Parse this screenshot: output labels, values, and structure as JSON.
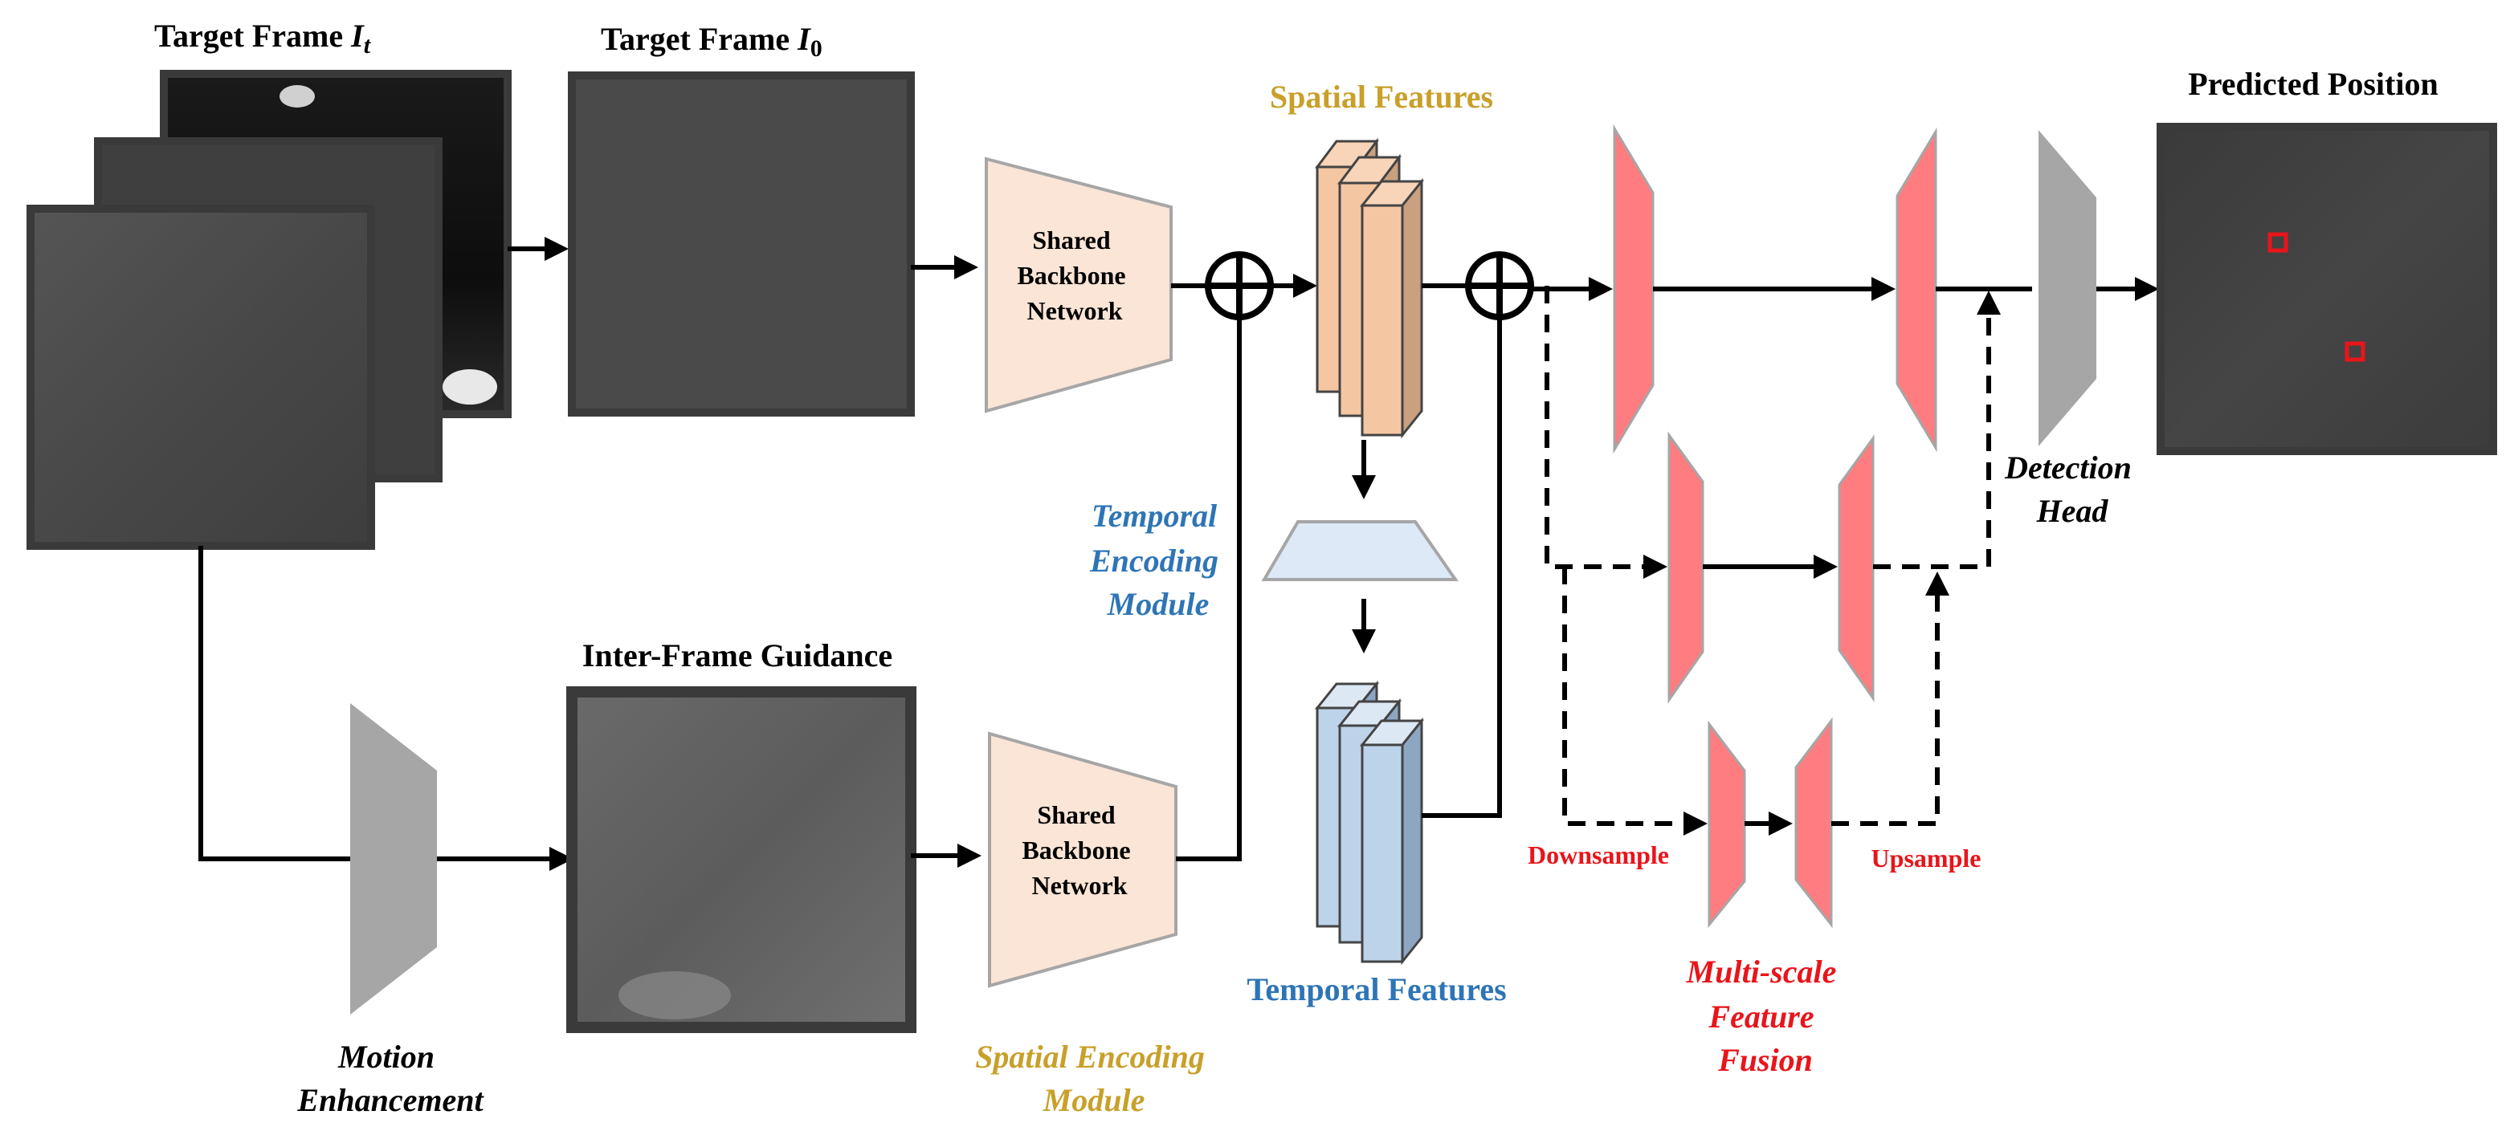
{
  "labels": {
    "target_frame_t": "Target Frame",
    "target_frame_t_symbol": "I",
    "target_frame_t_sub": "t",
    "target_frame_0": "Target Frame",
    "target_frame_0_symbol": "I",
    "target_frame_0_sub": "0",
    "inter_frame_guidance": "Inter-Frame Guidance",
    "motion_enhancement_1": "Motion",
    "motion_enhancement_2": "Enhancement",
    "backbone_top": [
      "Shared",
      "Backbone",
      "Network"
    ],
    "backbone_bottom": [
      "Shared",
      "Backbone",
      "Network"
    ],
    "spatial_features": "Spatial Features",
    "temporal_features": "Temporal Features",
    "temporal_encoding": [
      "Temporal",
      "Encoding",
      "Module"
    ],
    "spatial_encoding": [
      "Spatial Encoding",
      "Module"
    ],
    "downsample": "Downsample",
    "upsample": "Upsample",
    "msff": [
      "Multi-scale",
      "Feature",
      "Fusion"
    ],
    "detection_head": [
      "Detection",
      "Head"
    ],
    "predicted_position": "Predicted Position"
  },
  "colors": {
    "spatial_label": "#c8a02a",
    "temporal_label": "#2e75b6",
    "fusion_label": "#e8151b",
    "backbone_fill": "#fbe5d6",
    "spatial_feat_fill": "#f4c7a2",
    "temporal_feat_fill": "#bdd3ea",
    "temporal_module_fill": "#dde9f6",
    "fusion_fill": "#ff7c80",
    "gray_block": "#a6a6a6",
    "frame_border": "#3a3a3a",
    "target_box": "#e8151b"
  }
}
